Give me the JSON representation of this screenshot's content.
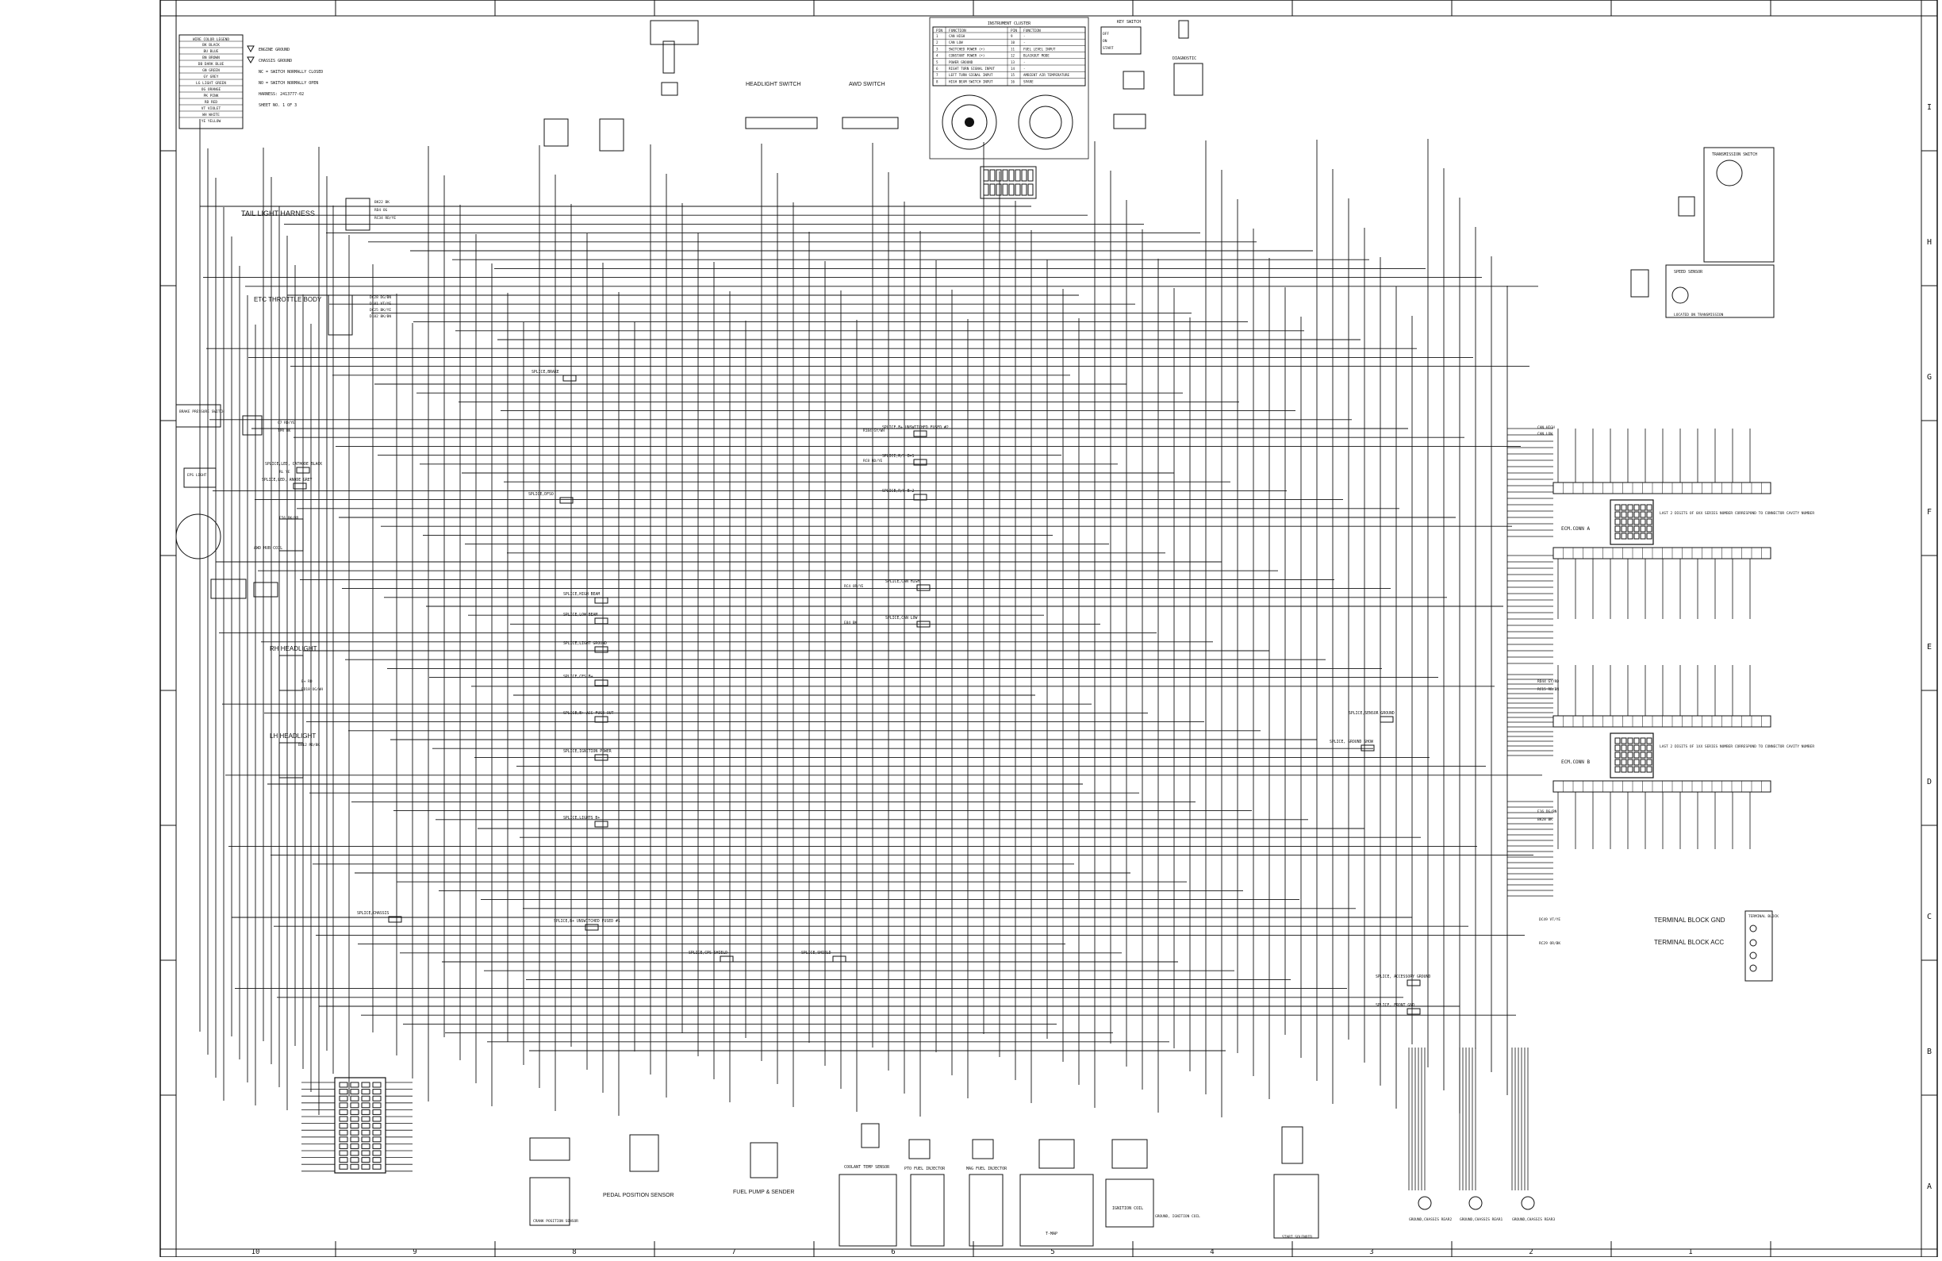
{
  "frame": {
    "row_letters": [
      "I",
      "H",
      "G",
      "F",
      "E",
      "D",
      "C",
      "B",
      "A"
    ],
    "col_numbers": [
      "10",
      "9",
      "8",
      "7",
      "6",
      "5",
      "4",
      "3",
      "2",
      "1"
    ]
  },
  "legend": {
    "title": "WIRE COLOR LEGEND",
    "rows": [
      "BK BLACK",
      "BU BLUE",
      "BN BROWN",
      "DB DARK BLUE",
      "GN GREEN",
      "GY GREY",
      "LG LIGHT GREEN",
      "OG ORANGE",
      "PK PINK",
      "RD RED",
      "VT VIOLET",
      "WH WHITE",
      "YE YELLOW"
    ],
    "notes": [
      "ENGINE GROUND",
      "CHASSIS GROUND",
      "NC = SWITCH NORMALLY CLOSED",
      "NO = SWITCH NORMALLY OPEN",
      "HARNESS: 2413777-02",
      "SHEET NO. 1 OF 3"
    ]
  },
  "labels": {
    "tail_light_harness": "TAIL LIGHT HARNESS",
    "etc_throttle_body": "ETC THROTTLE BODY",
    "rh_headlight": "RH HEADLIGHT",
    "lh_headlight": "LH HEADLIGHT",
    "headlight_switch": "HEADLIGHT SWITCH",
    "awd_switch": "AWD SWITCH",
    "instrument_cluster": "INSTRUMENT CLUSTER",
    "key_switch": "KEY SWITCH",
    "diagnostic": "DIAGNOSTIC",
    "transmission_switch": "TRANSMISSION SWITCH",
    "speed_sensor": "SPEED SENSOR",
    "located_on_transmission": "LOCATED ON TRANSMISSION",
    "ecm_conn_a": "ECM.CONN A",
    "ecm_conn_b": "ECM.CONN B",
    "last_2_digits_a": "LAST 2 DIGITS OF 0XX SERIES NUMBER CORRESPOND TO CONNECTOR CAVITY NUMBER",
    "last_2_digits_b": "LAST 2 DIGITS OF 1XX SERIES NUMBER CORRESPOND TO CONNECTOR CAVITY NUMBER",
    "terminal_block_gnd": "TERMINAL BLOCK GND",
    "terminal_block_acc": "TERMINAL BLOCK ACC",
    "terminal_block": "TERMINAL BLOCK",
    "crank_position_sensor": "CRANK POSITION SENSOR",
    "pedal_position_sensor": "PEDAL POSITION SENSOR",
    "fuel_pump_sender": "FUEL PUMP & SENDER",
    "coolant_temp_sensor": "COOLANT TEMP SENSOR",
    "pto_fuel_injector": "PTO FUEL INJECTOR",
    "mag_fuel_injector": "MAG FUEL INJECTOR",
    "tmap": "T-MAP",
    "ignition_coil": "IGNITION COIL",
    "ground_ignition_coil": "GROUND, IGNITION COIL",
    "start_solenoid": "START SOLENOID",
    "ground_chassis_rear2": "GROUND,CHASSIS REAR2",
    "ground_chassis_rear1": "GROUND,CHASSIS REAR1",
    "ground_chassis_rear3": "GROUND,CHASSIS REAR3",
    "awd_hub_coil": "AWD HUB COIL",
    "brake_pressure_switch": "BRAKE PRESSURE SWITCH",
    "eps_light": "EPS LIGHT"
  },
  "splices": [
    "SPLICE,BRAKE",
    "SPLICE,DFSO",
    "SPLICE,LED, CATHODE BLACK",
    "SPLICE,LED, ANODE GREY",
    "SPLICE,HIGH BEAM",
    "SPLICE,LOW BEAM",
    "SPLICE,LIGHT GROUND",
    "SPLICE,CFS B+",
    "SPLICE,B+ ACC FUSE OUT",
    "SPLICE,IGNITION POWER",
    "SPLICE,LIGHTS B+",
    "SPLICE,B+ UNSWITCHED FUSED #2",
    "SPLICE,R/S B+1",
    "SPLICE,R/S B+2",
    "SPLICE,CAN HIGH",
    "SPLICE,CAN LOW",
    "SPLICE,CHASSIS",
    "SPLICE,B+ UNSWITCHED FUSED #1",
    "SPLICE,CPS SHIELD",
    "SPLICE,SHIELD",
    "SPLICE,SENSOR GROUND",
    "SPLICE, GROUND SHOW",
    "SPLICE, ACCESSORY GROUND",
    "SPLICE, FRONT GND"
  ],
  "instrument_table": {
    "headers": [
      "PIN",
      "FUNCTION",
      "PIN",
      "FUNCTION"
    ],
    "rows": [
      [
        "1",
        "CAN HIGH",
        "9",
        "-"
      ],
      [
        "2",
        "CAN LOW",
        "10",
        "-"
      ],
      [
        "3",
        "SWITCHED POWER (+)",
        "11",
        "FUEL LEVEL INPUT"
      ],
      [
        "4",
        "CONSTANT POWER (+)",
        "12",
        "BLACKOUT MODE"
      ],
      [
        "5",
        "POWER GROUND",
        "13",
        "-"
      ],
      [
        "6",
        "RIGHT TURN SIGNAL INPUT",
        "14",
        "-"
      ],
      [
        "7",
        "LEFT TURN SIGNAL INPUT",
        "15",
        "AMBIENT AIR TEMPERATURE"
      ],
      [
        "8",
        "HIGH BEAM SWITCH INPUT",
        "16",
        "SPARE"
      ]
    ]
  },
  "key_switch_table": {
    "positions": [
      "OFF",
      "ON",
      "START"
    ]
  },
  "wire_codes": [
    "BK22 BK",
    "RD4 OG",
    "RC34 RD/YE",
    "DC28 DG/BN",
    "D181 VT/YE",
    "DC25 BK/YE",
    "D182 BK/BN",
    "C7 RD/YE",
    "TPR BK",
    "RL YE",
    "E56 BK/RD",
    "B+ RD",
    "RD18 OG/WH",
    "BH12 RD/BK",
    "R184 GY/WH",
    "RC8 RD/YE",
    "RC4 OR/YE",
    "E84 BK",
    "CAN HIGH",
    "CAN LOW",
    "RD44 GY/RD",
    "RC15 RD/BN",
    "E16 DG/BN",
    "BK28 BK",
    "DC49 VT/YE",
    "RC29 OR/BK"
  ]
}
